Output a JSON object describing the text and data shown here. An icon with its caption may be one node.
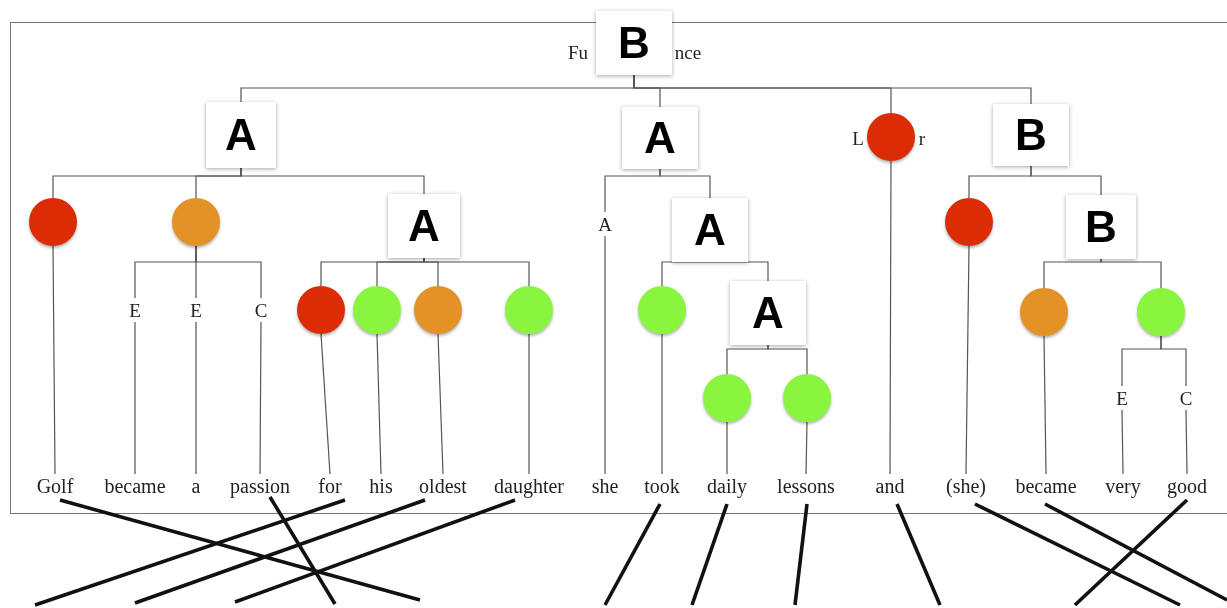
{
  "diagram": {
    "nodes": [
      {
        "text": [
          "B"
        ]
      },
      {
        "text": [
          "A"
        ]
      },
      {
        "text": [
          "A"
        ]
      },
      {
        "text": [],
        "shape": "circle"
      },
      {
        "text": [
          "B"
        ]
      },
      {
        "text": [],
        "shape": "circle"
      },
      {
        "text": [],
        "shape": "circle"
      },
      {
        "text": [
          "A"
        ]
      },
      {
        "text": [
          "A"
        ]
      },
      {
        "text": [
          "A"
        ]
      },
      {
        "text": [],
        "shape": "circle"
      },
      {
        "text": [
          "B"
        ]
      },
      {
        "text": [
          "E"
        ]
      },
      {
        "text": [
          "E"
        ]
      },
      {
        "text": [
          "C"
        ]
      },
      {
        "text": [],
        "shape": "circle"
      },
      {
        "text": [],
        "shape": "circle"
      },
      {
        "text": [],
        "shape": "circle"
      },
      {
        "text": [],
        "shape": "circle"
      },
      {
        "text": [],
        "shape": "circle"
      },
      {
        "text": [
          "A"
        ]
      },
      {
        "text": [],
        "shape": "circle"
      },
      {
        "text": [],
        "shape": "circle"
      },
      {
        "text": [],
        "shape": "circle"
      },
      {
        "text": [],
        "shape": "circle"
      },
      {
        "text": [
          "E"
        ]
      },
      {
        "text": [
          "C"
        ]
      },
      {
        "text": [
          "Golf"
        ]
      },
      {
        "text": [
          "became"
        ]
      },
      {
        "text": [
          "a"
        ]
      },
      {
        "text": [
          "passion"
        ]
      },
      {
        "text": [
          "for"
        ]
      },
      {
        "text": [
          "his"
        ]
      },
      {
        "text": [
          "oldest"
        ]
      },
      {
        "text": [
          "daughter"
        ]
      },
      {
        "text": [
          "she"
        ]
      },
      {
        "text": [
          "took"
        ]
      },
      {
        "text": [
          "daily"
        ]
      },
      {
        "text": [
          "lessons"
        ]
      },
      {
        "text": [
          "and"
        ]
      },
      {
        "text": [
          "(she)"
        ]
      },
      {
        "text": [
          "became"
        ]
      },
      {
        "text": [
          "very"
        ]
      },
      {
        "text": [
          "good"
        ]
      }
    ],
    "edges": [
      {
        "from": 0,
        "to": 1,
        "arrow": "none"
      },
      {
        "from": 0,
        "to": 2,
        "arrow": "none"
      },
      {
        "from": 0,
        "to": 3,
        "arrow": "none"
      },
      {
        "from": 0,
        "to": 4,
        "arrow": "none"
      },
      {
        "from": 1,
        "to": 5,
        "arrow": "none"
      },
      {
        "from": 1,
        "to": 6,
        "arrow": "none"
      },
      {
        "from": 1,
        "to": 7,
        "arrow": "none"
      },
      {
        "from": 2,
        "to": 8,
        "arrow": "none"
      },
      {
        "from": 2,
        "to": 9,
        "arrow": "none"
      },
      {
        "from": 3,
        "to": 39,
        "arrow": "none"
      },
      {
        "from": 4,
        "to": 10,
        "arrow": "none"
      },
      {
        "from": 4,
        "to": 11,
        "arrow": "none"
      },
      {
        "from": 5,
        "to": 27,
        "arrow": "none"
      },
      {
        "from": 6,
        "to": 12,
        "arrow": "none"
      },
      {
        "from": 6,
        "to": 13,
        "arrow": "none"
      },
      {
        "from": 6,
        "to": 14,
        "arrow": "none"
      },
      {
        "from": 7,
        "to": 15,
        "arrow": "none"
      },
      {
        "from": 7,
        "to": 16,
        "arrow": "none"
      },
      {
        "from": 7,
        "to": 17,
        "arrow": "none"
      },
      {
        "from": 7,
        "to": 18,
        "arrow": "none"
      },
      {
        "from": 8,
        "to": 35,
        "arrow": "none"
      },
      {
        "from": 9,
        "to": 19,
        "arrow": "none"
      },
      {
        "from": 9,
        "to": 20,
        "arrow": "none"
      },
      {
        "from": 10,
        "to": 40,
        "arrow": "none"
      },
      {
        "from": 11,
        "to": 21,
        "arrow": "none"
      },
      {
        "from": 11,
        "to": 22,
        "arrow": "none"
      },
      {
        "from": 12,
        "to": 28,
        "arrow": "none"
      },
      {
        "from": 13,
        "to": 29,
        "arrow": "none"
      },
      {
        "from": 14,
        "to": 30,
        "arrow": "none"
      },
      {
        "from": 15,
        "to": 31,
        "arrow": "none"
      },
      {
        "from": 16,
        "to": 32,
        "arrow": "none"
      },
      {
        "from": 17,
        "to": 33,
        "arrow": "none"
      },
      {
        "from": 18,
        "to": 34,
        "arrow": "none"
      },
      {
        "from": 19,
        "to": 36,
        "arrow": "none"
      },
      {
        "from": 20,
        "to": 23,
        "arrow": "none"
      },
      {
        "from": 20,
        "to": 24,
        "arrow": "none"
      },
      {
        "from": 21,
        "to": 41,
        "arrow": "none"
      },
      {
        "from": 22,
        "to": 25,
        "arrow": "none"
      },
      {
        "from": 22,
        "to": 26,
        "arrow": "none"
      },
      {
        "from": 23,
        "to": 37,
        "arrow": "none"
      },
      {
        "from": 24,
        "to": 38,
        "arrow": "none"
      },
      {
        "from": 25,
        "to": 42,
        "arrow": "none"
      },
      {
        "from": 26,
        "to": 43,
        "arrow": "none"
      },
      {
        "from": 27,
        "to": null,
        "arrow": "none",
        "style": "thick"
      },
      {
        "from": 30,
        "to": null,
        "arrow": "none",
        "style": "thick"
      },
      {
        "from": 31,
        "to": null,
        "arrow": "none",
        "style": "thick"
      },
      {
        "from": 33,
        "to": null,
        "arrow": "none",
        "style": "thick"
      },
      {
        "from": 34,
        "to": null,
        "arrow": "none",
        "style": "thick"
      },
      {
        "from": 36,
        "to": null,
        "arrow": "none",
        "style": "thick"
      },
      {
        "from": 37,
        "to": null,
        "arrow": "none",
        "style": "thick"
      },
      {
        "from": 38,
        "to": null,
        "arrow": "none",
        "style": "thick"
      },
      {
        "from": 39,
        "to": null,
        "arrow": "none",
        "style": "thick"
      },
      {
        "from": 40,
        "to": null,
        "arrow": "none",
        "style": "thick"
      },
      {
        "from": 41,
        "to": null,
        "arrow": "none",
        "style": "thick"
      },
      {
        "from": 43,
        "to": null,
        "arrow": "none",
        "style": "thick"
      }
    ],
    "labels": [
      "Fu",
      "nce",
      "L",
      "r"
    ]
  }
}
